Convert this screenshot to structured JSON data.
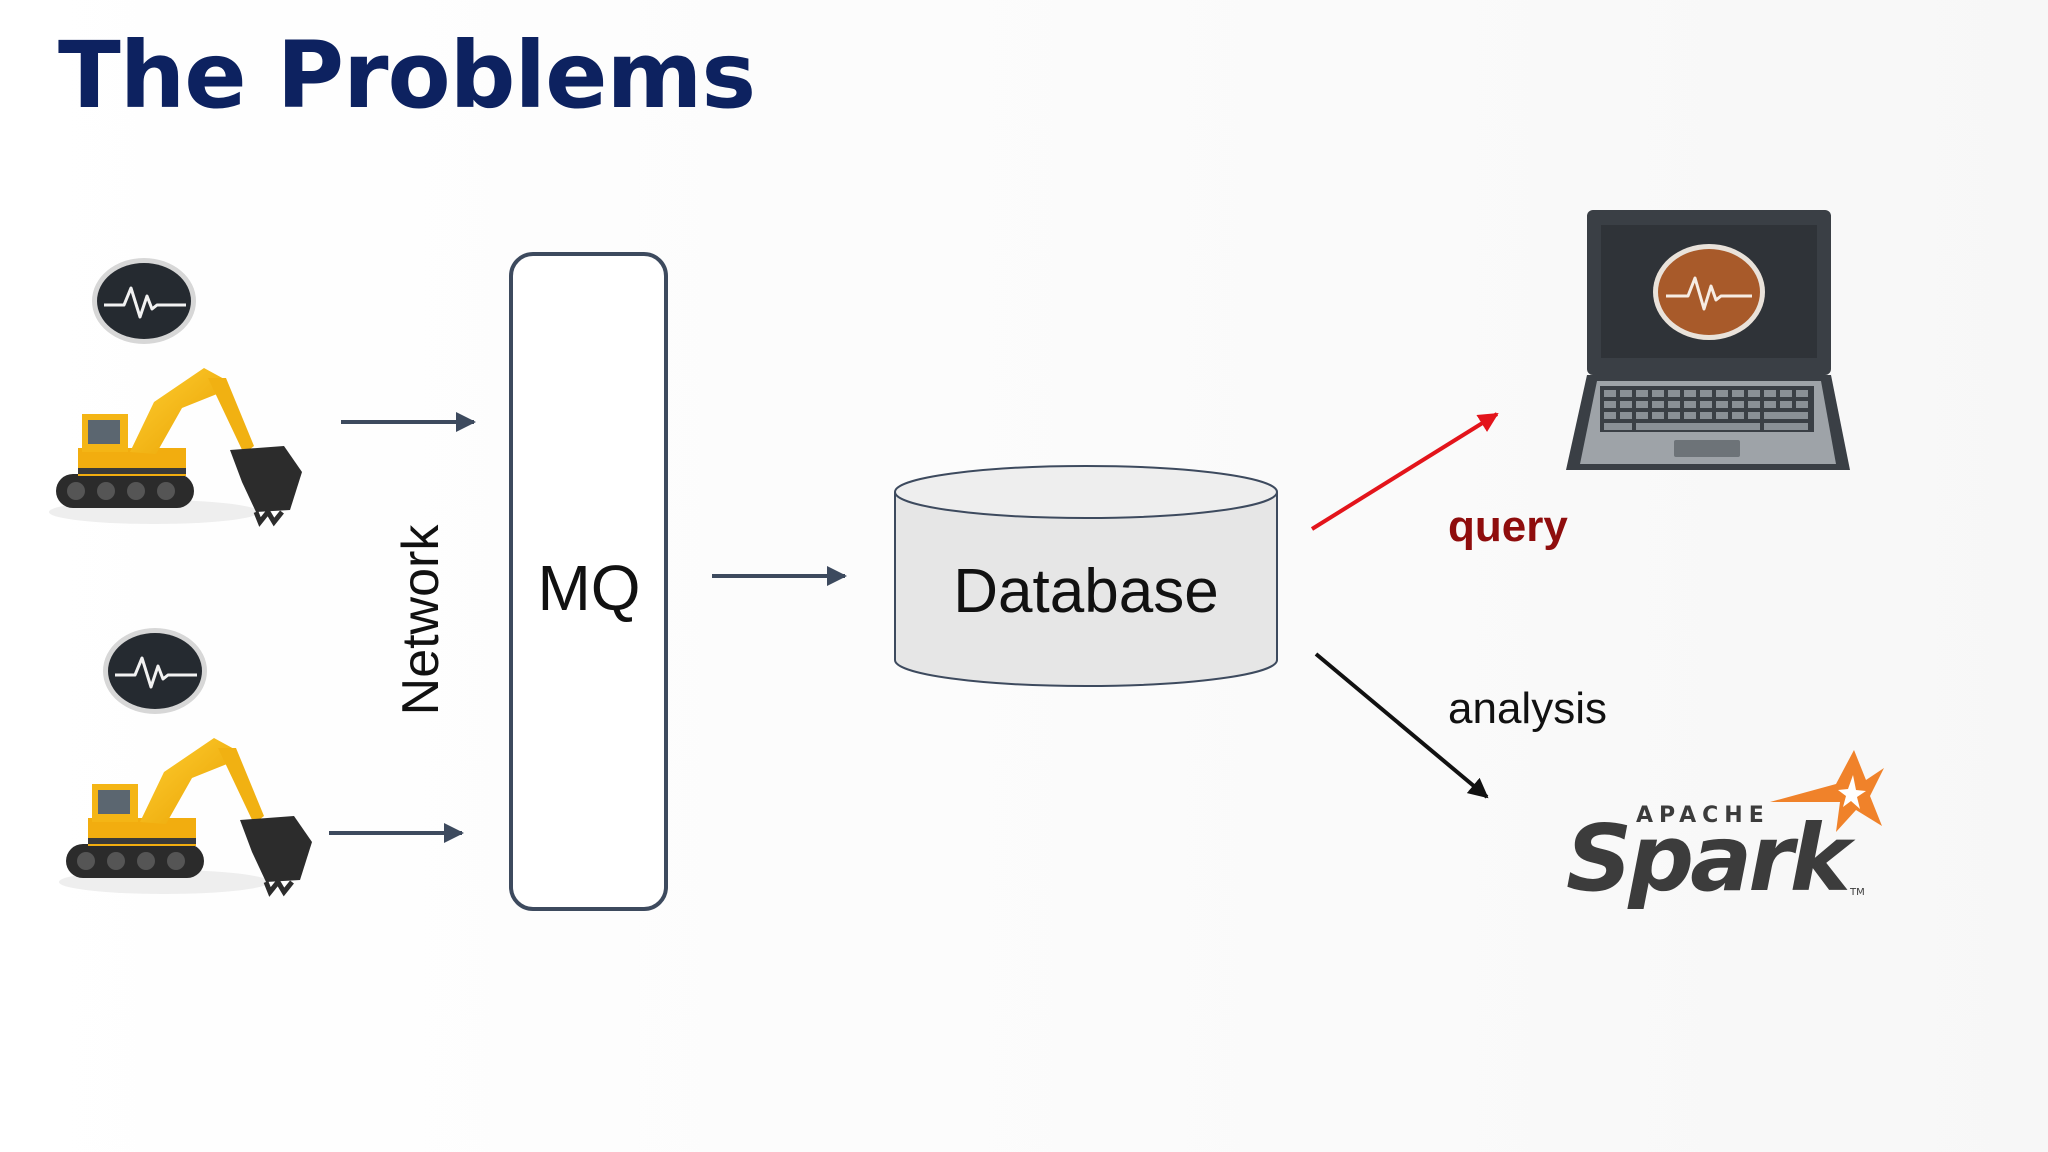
{
  "slide": {
    "title": "The Problems"
  },
  "diagram": {
    "mq_label": "MQ",
    "network_label": "Network",
    "database_label": "Database",
    "query_label": "query",
    "analysis_label": "analysis",
    "spark_logo": {
      "apache_text": "APACHE",
      "spark_text": "Spark",
      "tm": "TM"
    }
  },
  "colors": {
    "title": "#0d2260",
    "arrow_default": "#3d4a5e",
    "arrow_query": "#e3141b",
    "arrow_analysis": "#111111",
    "query_text": "#8f0d0d",
    "spark_orange": "#f0822a",
    "spark_grey": "#3c3c3c"
  },
  "icons": [
    "sensor-monitor-icon",
    "excavator-icon",
    "laptop-icon",
    "apache-spark-logo"
  ]
}
